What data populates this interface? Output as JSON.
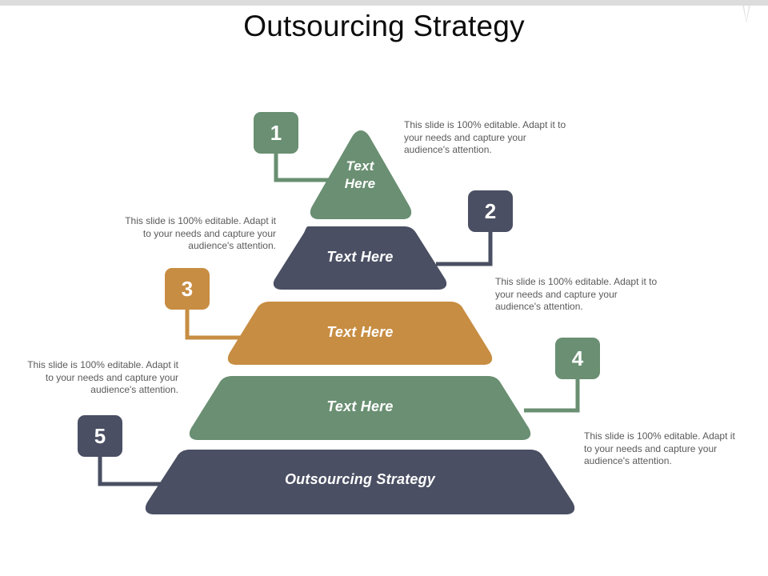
{
  "slide": {
    "title": "Outsourcing Strategy",
    "background": "#ffffff",
    "top_band_color": "#dcdcdc"
  },
  "colors": {
    "green": "#6A8F72",
    "slate": "#4A4F63",
    "orange": "#C78D42",
    "text_gray": "#5a5a5a",
    "title_black": "#0d0d0d",
    "label_white": "#ffffff"
  },
  "diagram": {
    "type": "pyramid",
    "name": "outsourcing-strategy-pyramid",
    "levels": [
      {
        "index": 1,
        "badge": "1",
        "badge_color": "#6A8F72",
        "shape": "triangle",
        "fill": "#6A8F72",
        "label": "Text\nHere",
        "label_line1": "Text",
        "label_line2": "Here",
        "callout_side": "right",
        "callout": "This slide is 100% editable. Adapt it to your needs and capture your audience's attention."
      },
      {
        "index": 2,
        "badge": "2",
        "badge_color": "#4A4F63",
        "shape": "trapezoid",
        "fill": "#4A4F63",
        "label": "Text Here",
        "callout_side": "left",
        "callout": "This slide is 100% editable. Adapt it to your needs and capture your audience's attention."
      },
      {
        "index": 3,
        "badge": "3",
        "badge_color": "#C78D42",
        "shape": "trapezoid",
        "fill": "#C78D42",
        "label": "Text Here",
        "callout_side": "right",
        "callout": "This slide is 100% editable. Adapt it to your needs and capture your audience's attention."
      },
      {
        "index": 4,
        "badge": "4",
        "badge_color": "#6A8F72",
        "shape": "trapezoid",
        "fill": "#6A8F72",
        "label": "Text Here",
        "callout_side": "left",
        "callout": "This slide is 100% editable. Adapt it to your needs and capture your audience's attention."
      },
      {
        "index": 5,
        "badge": "5",
        "badge_color": "#4A4F63",
        "shape": "trapezoid",
        "fill": "#4A4F63",
        "label": "Outsourcing Strategy",
        "callout_side": "right",
        "callout": "This slide is 100% editable. Adapt it to your needs and capture your audience's attention."
      }
    ]
  },
  "icons": {
    "corner_fold": "corner-fold-icon"
  }
}
